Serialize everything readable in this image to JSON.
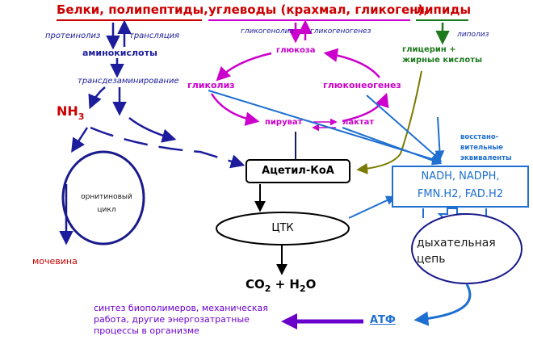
{
  "header": {
    "part1": "Белки, полипептиды,",
    "part2": "углеводы (крахмал, гликоген),",
    "part3": "липиды"
  },
  "labels": {
    "proteolysis": "протеинолиз",
    "translation": "трансляция",
    "amino_acids": "аминокислоты",
    "transdeamination": "трансдезаминирование",
    "nh3_base": "NH",
    "nh3_sub": "3",
    "ornithine_1": "орнитиновый",
    "ornithine_2": "цикл",
    "urea": "мочевина",
    "glycogenolysis": "гликогенолиз",
    "glycogenesis": "гликогеногенез",
    "glucose": "глюкоза",
    "glycolysis": "гликолиз",
    "gluconeogenesis": "глюконеогенез",
    "pyruvate": "пируват",
    "lactate": "лактат",
    "lipolysis": "липолиз",
    "glycerol_fa_1": "глицерин +",
    "glycerol_fa_2": "жирные кислоты",
    "reducing_1": "восстано-",
    "reducing_2": "вительные",
    "reducing_3": "эквиваленты",
    "acetyl_coa": "Ацетил-КоА",
    "nadh_1": "NADH, NADPH,",
    "nadh_2": "FMN.H2, FAD.H2",
    "tca": "ЦТК",
    "resp_1": "дыхательная",
    "resp_2": "цепь",
    "co2_a": "CO",
    "co2_sub": "2",
    "plus_h": " + H",
    "h2o_sub": "2",
    "h2o_o": "O",
    "atp": "АТФ",
    "synth_1": "синтез биополимеров, механическая",
    "synth_2": "работа, другие энергозатратные",
    "synth_3": "процессы в организме"
  },
  "colors": {
    "red": "#cc0000",
    "magenta": "#cc00cc",
    "darkblue": "#1c1c9c",
    "navy": "#1a1a8c",
    "green": "#1f7a1f",
    "olive": "#7a7a00",
    "bright_blue": "#1e6fd0",
    "purple": "#6a00cc",
    "black": "#000000"
  }
}
